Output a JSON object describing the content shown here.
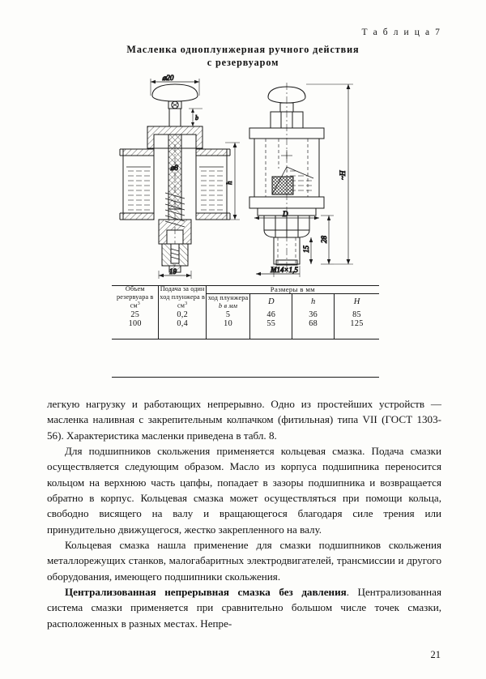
{
  "page": {
    "number": "21",
    "table_label": "Т а б л и ц а  7"
  },
  "title": {
    "line1": "Масленка одноплунжерная ручного действия",
    "line2": "с резервуаром"
  },
  "drawing": {
    "name": "single-plunger-hand-oiler-drawing",
    "dimensions": {
      "bore_top": "⌀20",
      "plunger_dia": "⌀8",
      "stroke_mark": "b",
      "height_h": "h",
      "height_H": "~H",
      "base_width": "19",
      "body_dia": "D",
      "thread": "M14×1,5",
      "overall_28": "28",
      "thread_len_15": "15"
    }
  },
  "table": {
    "span_header": "Размеры в мм",
    "headers": {
      "volume": "Объем резервуара в см",
      "volume_unit_sup": "3",
      "feed": "Подача за один ход плунжера в см",
      "feed_unit_sup": "3",
      "stroke": "ход плунжера",
      "stroke_unit": "b в мм",
      "d": "D",
      "h": "h",
      "hh": "H"
    },
    "rows": [
      {
        "volume": "25",
        "feed": "0,2",
        "stroke": "5",
        "d": "46",
        "h": "36",
        "hh": "85"
      },
      {
        "volume": "100",
        "feed": "0,4",
        "stroke": "10",
        "d": "55",
        "h": "68",
        "hh": "125"
      }
    ]
  },
  "body": {
    "p1": "легкую нагрузку и работающих непрерывно. Одно из простейших устройств — масленка наливная с закрепительным колпачком (фитильная) типа VII (ГОСТ 1303-56). Характеристика масленки приведена в табл. 8.",
    "p2": "Для подшипников скольжения применяется кольцевая смазка. Подача смазки осуществляется следующим образом. Масло из корпуса подшипника переносится кольцом на верхнюю часть цапфы, попадает в зазоры подшипника и возвращается обратно в корпус. Кольцевая смазка может осуществляться при помощи кольца, свободно висящего на валу и вращающегося благодаря силе трения или принудительно движущегося, жестко закрепленного на валу.",
    "p3": "Кольцевая смазка нашла применение для смазки подшипников скольжения металлорежущих станков, малогабаритных электродвигателей, трансмиссии и другого оборудования, имеющего подшипники скольжения.",
    "p4_bold": "Централизованная непрерывная смазка без давления",
    "p4_rest": ". Централизованная система смазки применяется при сравнительно большом числе точек смазки, расположенных в разных местах. Непре-"
  }
}
